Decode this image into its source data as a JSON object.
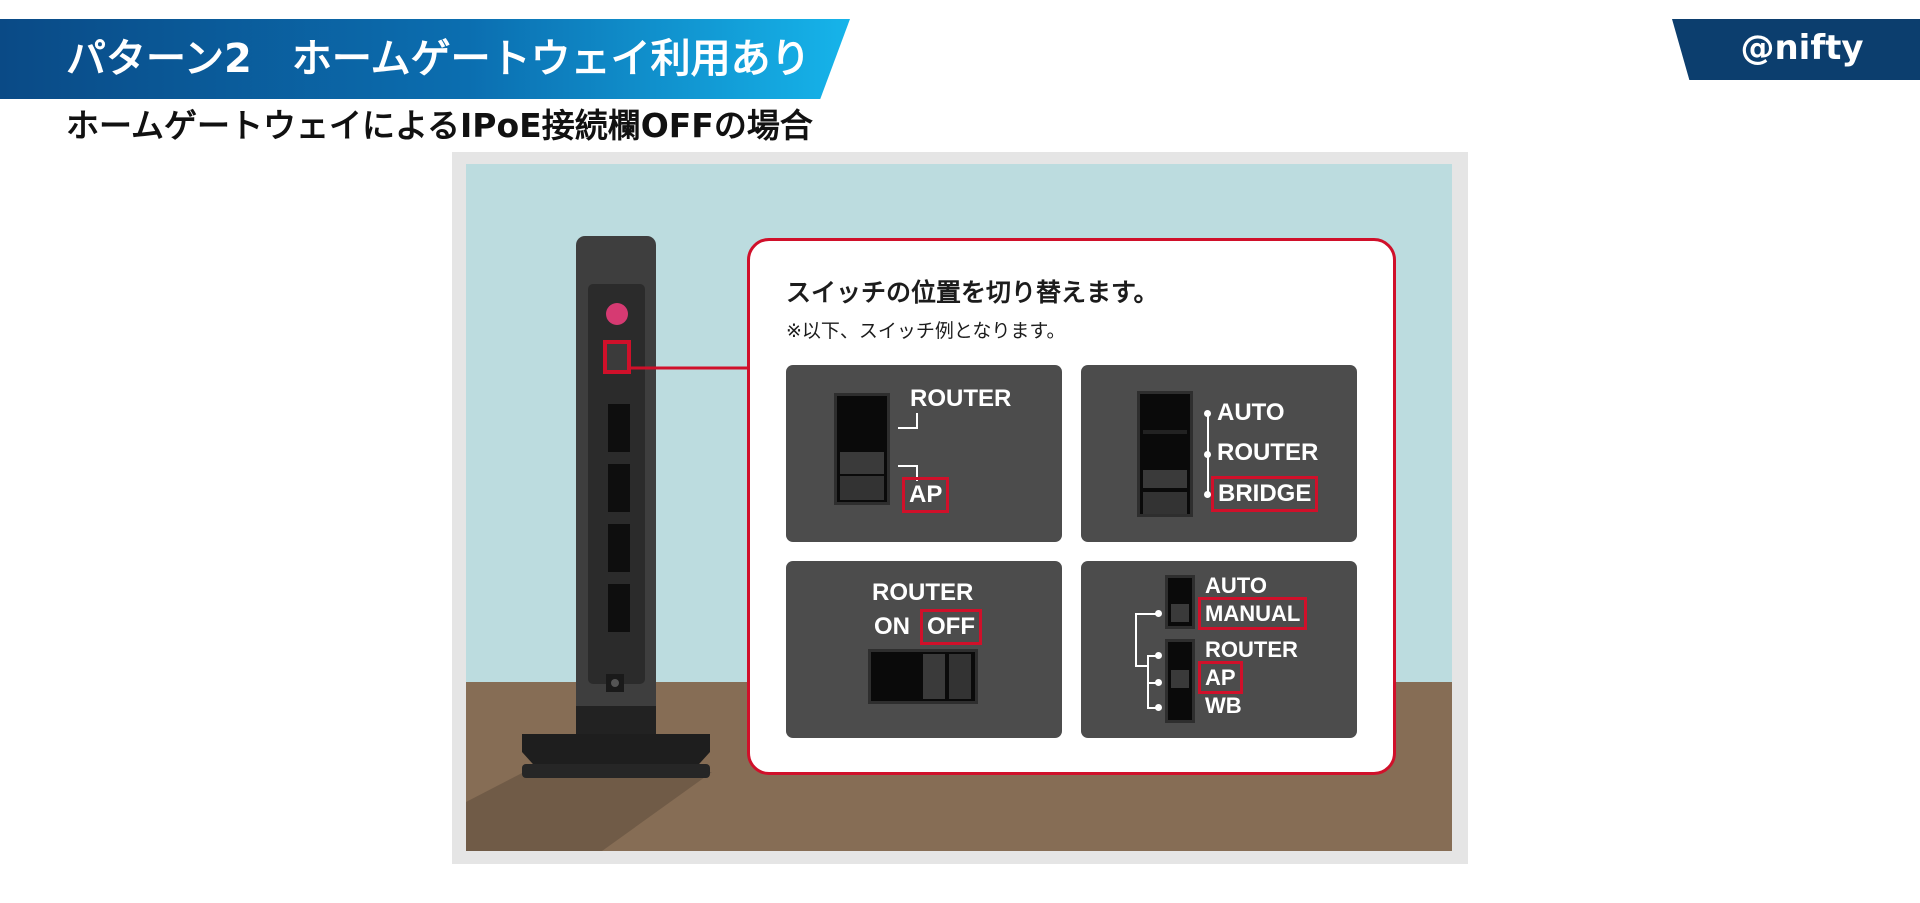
{
  "header": {
    "title": "パターン2　ホームゲートウェイ利用あり",
    "brand": "@nifty",
    "subtitle": "ホームゲートウェイによるIPoE接続欄OFFの場合"
  },
  "panel": {
    "heading": "スイッチの位置を切り替えます。",
    "note": "※以下、スイッチ例となります。",
    "switches": [
      {
        "labels": [
          "ROUTER",
          "AP"
        ],
        "selected": "AP"
      },
      {
        "labels": [
          "AUTO",
          "ROUTER",
          "BRIDGE"
        ],
        "selected": "BRIDGE"
      },
      {
        "title": "ROUTER",
        "labels": [
          "ON",
          "OFF"
        ],
        "selected": "OFF"
      },
      {
        "labels": [
          "AUTO",
          "MANUAL",
          "ROUTER",
          "AP",
          "WB"
        ],
        "selected": [
          "MANUAL",
          "AP"
        ]
      }
    ]
  },
  "colors": {
    "banner_dark": "#0a4a86",
    "banner_light": "#16b4ea",
    "brand": "#0c3e6e",
    "highlight": "#d0102a",
    "wall": "#bcdcdf",
    "floor": "#866d55"
  },
  "icons": [
    "router-device-icon",
    "switch-icon"
  ]
}
